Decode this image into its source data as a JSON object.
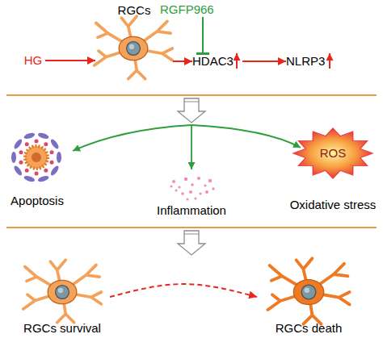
{
  "diagram": {
    "nodes": [
      {
        "text": [
          "RGCs"
        ]
      },
      {
        "text": [
          "RGFP966"
        ]
      },
      {
        "text": [
          "HG"
        ]
      },
      {
        "text": [
          "HDAC3"
        ]
      },
      {
        "text": [
          "NLRP3"
        ]
      },
      {
        "text": [
          "Apoptosis"
        ]
      },
      {
        "text": [
          "ROS",
          "Oxidative stress"
        ]
      },
      {
        "text": [
          "Inflammation"
        ]
      },
      {
        "text": [
          "RGCs survival"
        ]
      },
      {
        "text": [
          "RGCs death"
        ]
      }
    ],
    "edges": [
      {
        "from": 2,
        "to": 0,
        "arrow": "to"
      },
      {
        "from": 0,
        "to": 3,
        "arrow": "to"
      },
      {
        "from": 1,
        "to": 3,
        "arrow": "to"
      },
      {
        "from": 3,
        "to": 4,
        "arrow": "to"
      },
      {
        "from": 8,
        "to": 9,
        "arrow": "to"
      }
    ]
  }
}
